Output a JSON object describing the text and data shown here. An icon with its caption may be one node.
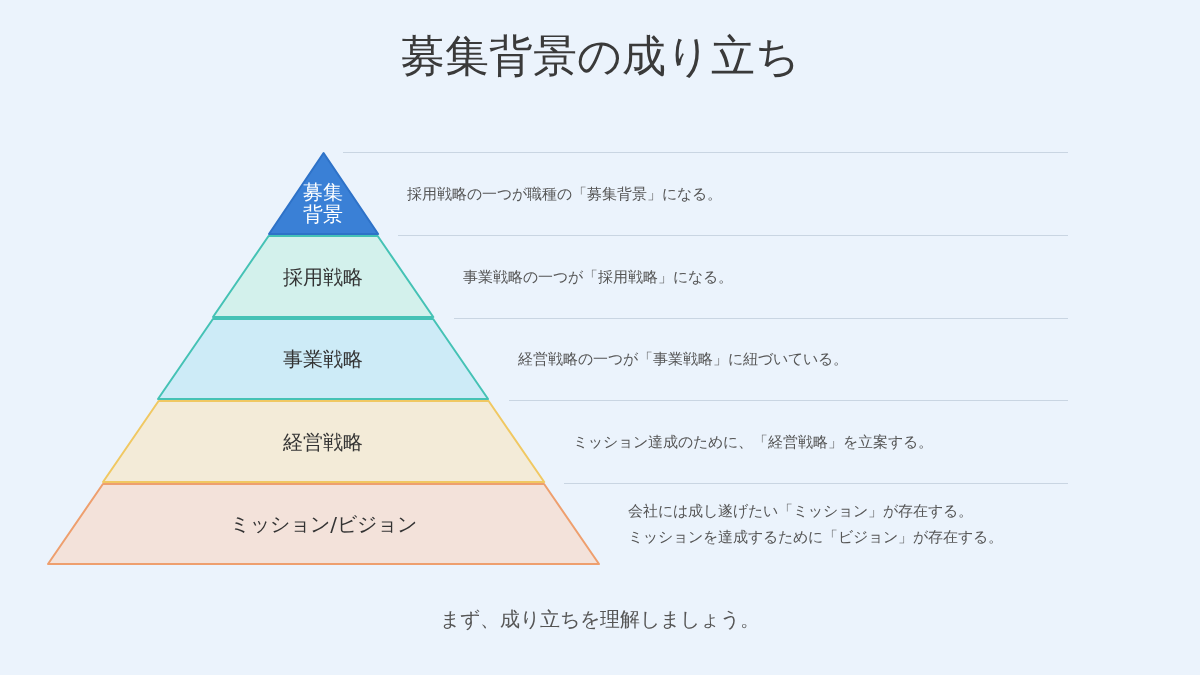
{
  "diagram": {
    "title": "募集背景の成り立ち",
    "caption": "まず、成り立ちを理解しましょう。",
    "nodes": [
      {
        "text": [
          "募集背景"
        ],
        "beside": [
          "採用戦略の一つが職種の「募集背景」になる。"
        ]
      },
      {
        "text": [
          "採用戦略"
        ],
        "beside": [
          "事業戦略の一つが「採用戦略」になる。"
        ]
      },
      {
        "text": [
          "事業戦略"
        ],
        "beside": [
          "経営戦略の一つが「事業戦略」に紐づいている。"
        ]
      },
      {
        "text": [
          "経営戦略"
        ],
        "beside": [
          "ミッション達成のために、「経営戦略」を立案する。"
        ]
      },
      {
        "text": [
          "ミッション/ビジョン"
        ],
        "beside": [
          "会社には成し遂げたい「ミッション」が存在する。",
          "ミッションを達成するために「ビジョン」が存在する。"
        ]
      }
    ]
  }
}
